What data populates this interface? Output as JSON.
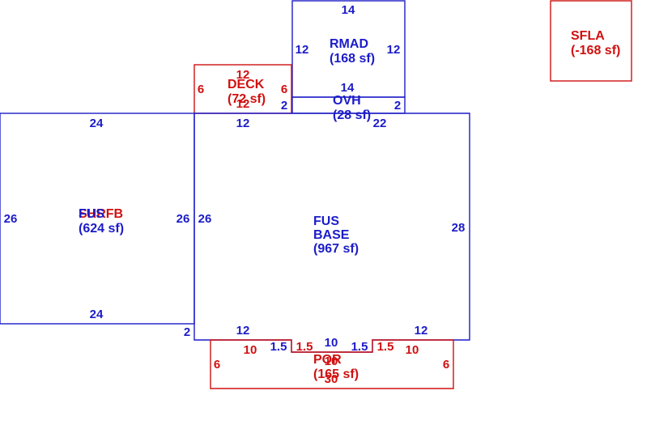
{
  "colors": {
    "blue": "#1c1cc8",
    "red": "#d01010"
  },
  "areas": {
    "rmad": {
      "name": "RMAD",
      "area": "(168 sf)"
    },
    "deck": {
      "name": "DECK",
      "area": "(72 sf)"
    },
    "ovh": {
      "name": "OVH",
      "area": "(28 sf)"
    },
    "fus": {
      "name": "FUS",
      "area": "(624 sf)"
    },
    "shrfb": {
      "name": "SHRFB"
    },
    "fus_base": {
      "line1": "FUS",
      "line2": "BASE",
      "area": "(967 sf)"
    },
    "por": {
      "name": "POR",
      "area": "(165 sf)"
    },
    "sfla": {
      "name": "SFLA",
      "area": "(-168 sf)"
    }
  },
  "dims": {
    "rmad_top": "14",
    "rmad_left": "12",
    "rmad_right": "12",
    "rmad_bottom": "14",
    "deck_top": "12",
    "deck_left": "6",
    "deck_right": "6",
    "deck_bottom": "12",
    "ovh_right": "2",
    "ovh_left": "2",
    "ovh_bottom": "14",
    "fus_top": "24",
    "fus_left": "26",
    "fus_right": "26",
    "fus_bottom": "24",
    "fus_step": "2",
    "base_top_left": "12",
    "base_top_right": "22",
    "base_left": "26",
    "base_right": "28",
    "base_bottom_left": "12",
    "base_bottom_right": "12",
    "base_notch_left": "1.5",
    "base_notch_right": "1.5",
    "base_notch_bottom": "10",
    "por_notch_left": "1.5",
    "por_notch_right": "1.5",
    "por_left_top": "10",
    "por_right_top": "10",
    "por_notch_bottom": "10",
    "por_left": "6",
    "por_right": "6",
    "por_bottom": "30"
  }
}
